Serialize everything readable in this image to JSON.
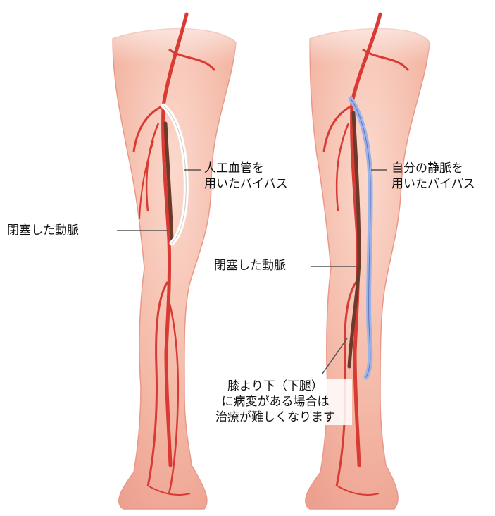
{
  "labels": {
    "artificial_graft": [
      "人工血管を",
      "用いたバイパス"
    ],
    "occluded_artery_left": "閉塞した動脈",
    "autologous_vein": [
      "自分の静脈を",
      "用いたバイパス"
    ],
    "occluded_artery_right": "閉塞した動脈",
    "below_knee": [
      "膝より下（下腿）",
      "に病変がある場合は",
      "治療が難しくなります"
    ]
  },
  "colors": {
    "skin": "#f6c2b2",
    "skin_edge": "#e8998a",
    "artery": "#d93a33",
    "occluded": "#6b3a2a",
    "graft_white": "#ffffff",
    "graft_vein": "#9db3e8",
    "leader": "#555555"
  }
}
